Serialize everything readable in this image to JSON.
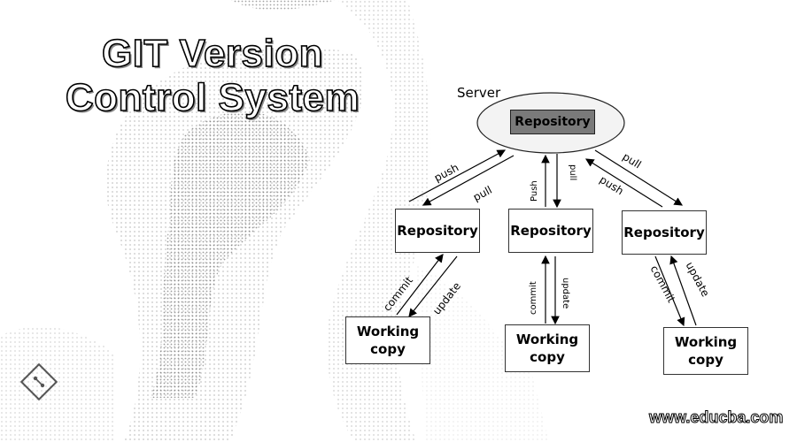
{
  "header": {
    "title_line1": "GIT Version",
    "title_line2": "Control System"
  },
  "server": {
    "label": "Server",
    "repository": "Repository"
  },
  "repositories": [
    {
      "label": "Repository"
    },
    {
      "label": "Repository"
    },
    {
      "label": "Repository"
    }
  ],
  "working_copies": [
    {
      "label": "Working copy"
    },
    {
      "label": "Working copy"
    },
    {
      "label": "Working copy"
    }
  ],
  "arrows": {
    "push": "push",
    "pull": "pull",
    "push_cap": "Push",
    "commit": "commit",
    "update": "update"
  },
  "watermark": "www.educba.com",
  "colors": {
    "server_repo_fill": "#7a7a7a",
    "server_ellipse_fill": "#f3f3f3"
  }
}
